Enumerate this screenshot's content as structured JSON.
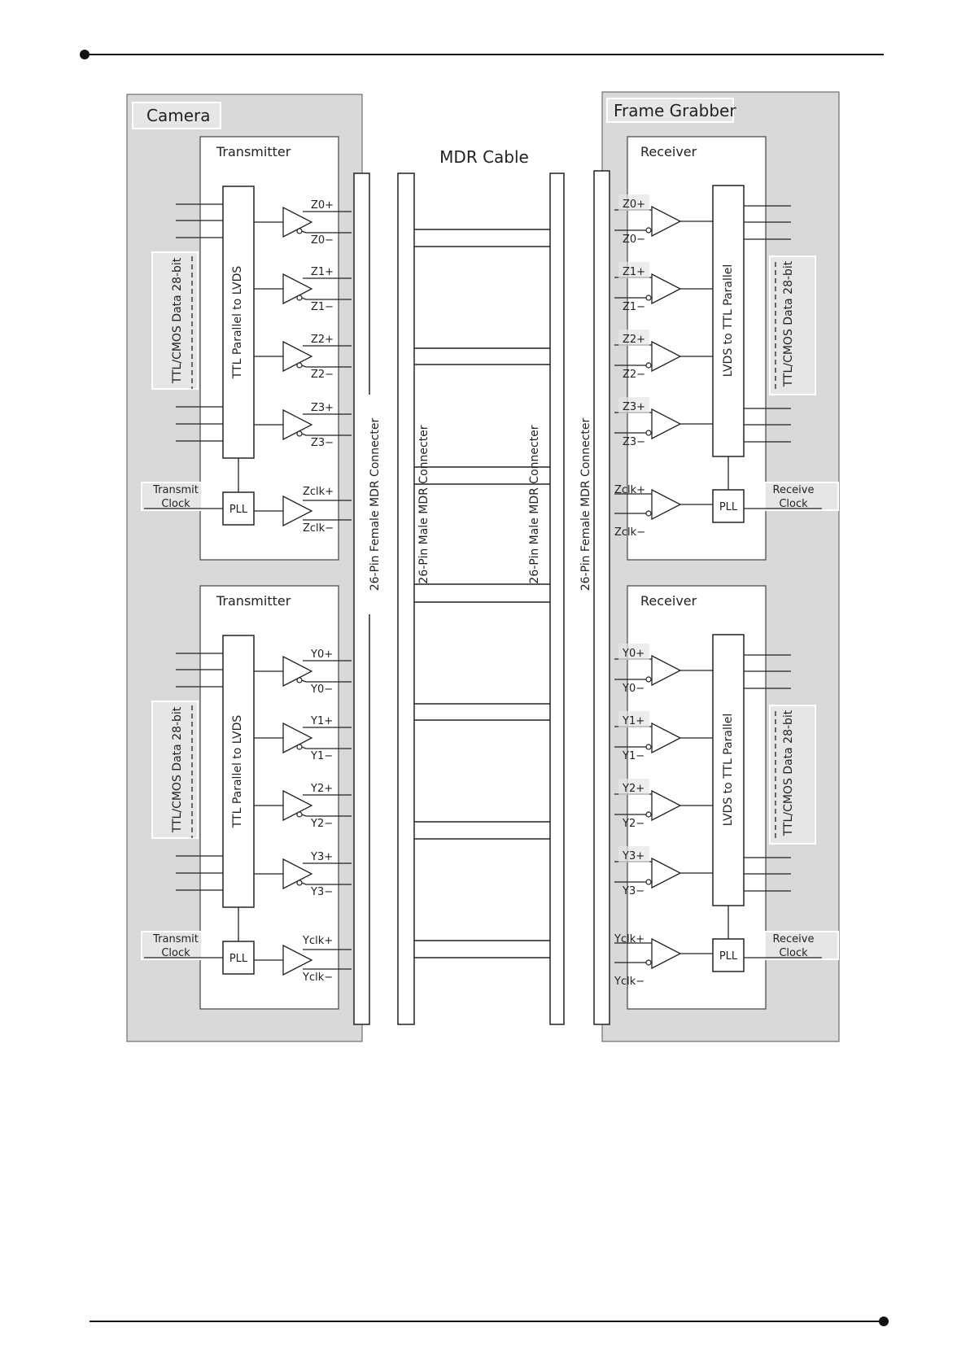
{
  "cable_title": "MDR Cable",
  "camera": {
    "title": "Camera",
    "top": {
      "block_title": "Transmitter",
      "converter_label": "TTL Parallel to LVDS",
      "data_label": "TTL/CMOS Data 28-bit",
      "clock_label_line1": "Transmit",
      "clock_label_line2": "Clock",
      "pll_label": "PLL",
      "channels": [
        {
          "pos": "Z0+",
          "neg": "Z0−"
        },
        {
          "pos": "Z1+",
          "neg": "Z1−"
        },
        {
          "pos": "Z2+",
          "neg": "Z2−"
        },
        {
          "pos": "Z3+",
          "neg": "Z3−"
        },
        {
          "pos": "Zclk+",
          "neg": "Zclk−"
        }
      ]
    },
    "bottom": {
      "block_title": "Transmitter",
      "converter_label": "TTL Parallel to LVDS",
      "data_label": "TTL/CMOS Data 28-bit",
      "clock_label_line1": "Transmit",
      "clock_label_line2": "Clock",
      "pll_label": "PLL",
      "channels": [
        {
          "pos": "Y0+",
          "neg": "Y0−"
        },
        {
          "pos": "Y1+",
          "neg": "Y1−"
        },
        {
          "pos": "Y2+",
          "neg": "Y2−"
        },
        {
          "pos": "Y3+",
          "neg": "Y3−"
        },
        {
          "pos": "Yclk+",
          "neg": "Yclk−"
        }
      ]
    }
  },
  "grabber": {
    "title": "Frame Grabber",
    "top": {
      "block_title": "Receiver",
      "converter_label": "LVDS to TTL Parallel",
      "data_label": "TTL/CMOS Data 28-bit",
      "clock_label_line1": "Receive",
      "clock_label_line2": "Clock",
      "pll_label": "PLL",
      "channels": [
        {
          "pos": "Z0+",
          "neg": "Z0−"
        },
        {
          "pos": "Z1+",
          "neg": "Z1−"
        },
        {
          "pos": "Z2+",
          "neg": "Z2−"
        },
        {
          "pos": "Z3+",
          "neg": "Z3−"
        },
        {
          "pos": "Zclk+",
          "neg": "Zclk−"
        }
      ]
    },
    "bottom": {
      "block_title": "Receiver",
      "converter_label": "LVDS to TTL Parallel",
      "data_label": "TTL/CMOS Data 28-bit",
      "clock_label_line1": "Receive",
      "clock_label_line2": "Clock",
      "pll_label": "PLL",
      "channels": [
        {
          "pos": "Y0+",
          "neg": "Y0−"
        },
        {
          "pos": "Y1+",
          "neg": "Y1−"
        },
        {
          "pos": "Y2+",
          "neg": "Y2−"
        },
        {
          "pos": "Y3+",
          "neg": "Y3−"
        },
        {
          "pos": "Yclk+",
          "neg": "Yclk−"
        }
      ]
    }
  },
  "connectors": {
    "camera_female": "26-Pin Female MDR Connecter",
    "cable_male_left": "26-Pin Male MDR Connecter",
    "cable_male_right": "26-Pin Male MDR Connecter",
    "grabber_female": "26-Pin Female MDR Connecter"
  },
  "colors": {
    "panel_fill": "#d9d9d9",
    "box_fill": "#ffffff",
    "line": "#1a1a1a"
  }
}
